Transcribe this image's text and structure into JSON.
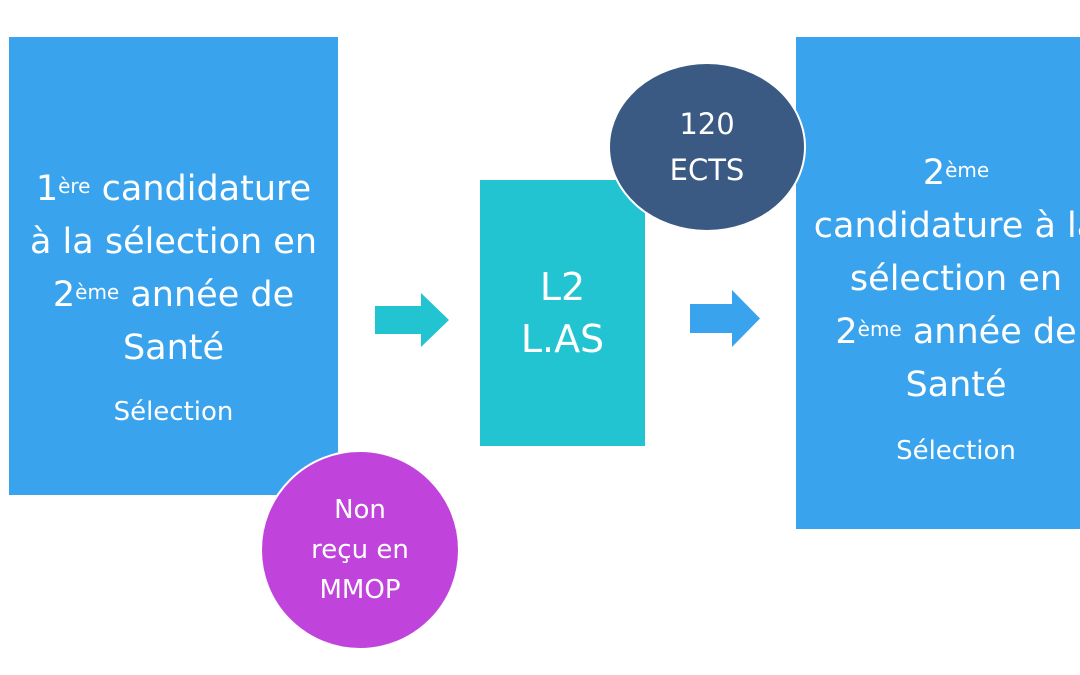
{
  "box_left": {
    "line1_pre": "1",
    "line1_sup": "ère",
    "line1_post": " candidature",
    "line2": "à la sélection en",
    "line3_pre": "2",
    "line3_sup": "ème",
    "line3_post": " année de",
    "line4": "Santé",
    "sub": "Sélection"
  },
  "box_mid": {
    "line1": "L2",
    "line2": "L.AS"
  },
  "box_right": {
    "line1_pre": "2",
    "line1_sup": "ème",
    "line2": "candidature à la",
    "line3": "sélection en",
    "line4_pre": "2",
    "line4_sup": "ème",
    "line4_post": " année de",
    "line5": "Santé",
    "sub": "Sélection"
  },
  "circle_nonrecu": {
    "line1": "Non",
    "line2": "reçu en",
    "line3": "MMOP"
  },
  "circle_ects": {
    "line1": "120",
    "line2": "ECTS"
  },
  "colors": {
    "box_blue": "#3aa3ee",
    "box_teal": "#22c4d1",
    "circle_purple": "#c044db",
    "circle_navy": "#3a5a84",
    "arrow_teal": "#22c4d1",
    "arrow_blue": "#3aa3ee"
  },
  "icons": {
    "arrow_1": "right-arrow-icon",
    "arrow_2": "right-arrow-icon"
  }
}
